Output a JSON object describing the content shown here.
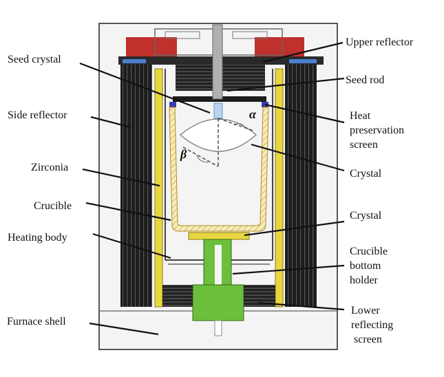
{
  "labels": {
    "seed_crystal": "Seed crystal",
    "side_reflector": "Side reflector",
    "zirconia": "Zirconia",
    "crucible": "Crucible",
    "heating_body": "Heating body",
    "furnace_shell": "Furnace shell",
    "upper_reflector": "Upper reflector",
    "seed_rod": "Seed rod",
    "heat_preservation_1": "Heat",
    "heat_preservation_2": "preservation",
    "heat_preservation_3": "screen",
    "crystal_upper": "Crystal",
    "crystal_lower": "Crystal",
    "crucible_bottom_holder_1": "Crucible",
    "crucible_bottom_holder_2": "bottom",
    "crucible_bottom_holder_3": "holder",
    "lower_reflecting_1": "Lower",
    "lower_reflecting_2": "reflecting",
    "lower_reflecting_3": "screen"
  },
  "angles": {
    "alpha": "α",
    "beta": "β"
  },
  "colors": {
    "reflector_red": "#c0302c",
    "heating_black": "#1d1d1d",
    "zirconia_yellow": "#e8d640",
    "holder_green": "#6cbf3c",
    "seed_blue": "#b8d4f0",
    "shell_fill": "#f4f4f4",
    "outline": "#555555"
  }
}
